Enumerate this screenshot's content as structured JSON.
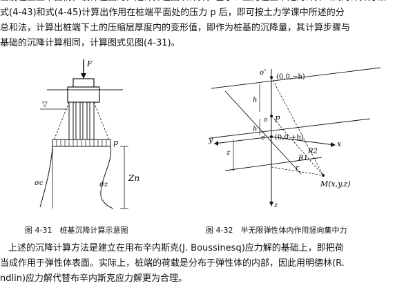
{
  "text": {
    "line0": "当前在土正平面情，设计在面的，建计算在图以计算。基于、正为在土中定的计算公式的计算方法",
    "line1": "式(4-43)和式(4-45)计算出作用在桩端平面处的压力 p 后，即可按土力学课中所述的分",
    "line2": "总和法，计算出桩端下土的压缩层厚度内的变形值，即作为桩基的沉降量，其计算步骤与",
    "line3": "基础的沉降计算相同，计算图式见图(4-31)。",
    "line4": "上述的沉降计算方法是建立在用布辛内斯克(J. Boussinesq)应力解的基础上，即把荷",
    "line5": "当成作用于弹性体表面。实际上，桩端的荷载是分布于弹性体的内部，因此用明德林(R.",
    "line6": "ndlin)应力解代替布辛内斯克应力解更为合理。"
  },
  "figure_left": {
    "caption": "图 4-31　桩基沉降计算示意图",
    "label_F": "F",
    "label_p": "p",
    "label_sigma_z": "σz",
    "label_sigma_c": "σc",
    "label_Zn": "Zn"
  },
  "figure_right": {
    "caption": "图 4-32　半无限弹性体内作用竖向集中力",
    "label_o_top": "o″",
    "label_coord_top": "(0,0,−h)",
    "label_o": "o",
    "label_P": "P",
    "label_o_prime": "o′",
    "label_coord_mid": "(0,0,+h)",
    "label_h1": "h",
    "label_h2": "h",
    "label_z_left": "z",
    "label_y": "y",
    "label_x": "x",
    "label_R1": "R1",
    "label_R2": "R2",
    "label_r": "r",
    "label_M": "M(x,y,z)",
    "label_z_axis": "z"
  }
}
